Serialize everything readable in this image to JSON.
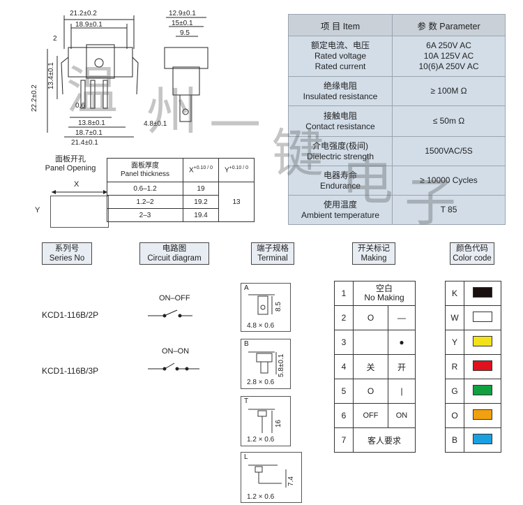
{
  "top_dims": {
    "width_outer": "21.2±0.2",
    "width_inner": "18.9±0.1",
    "gap": "2",
    "height_outer": "22.2±0.2",
    "height_inner": "13.4±0.1",
    "small": "0.6",
    "bottom_1": "13.8±0.1",
    "bottom_2": "18.7±0.1",
    "bottom_3": "21.4±0.1",
    "side_1": "12.9±0.1",
    "side_2": "15±0.1",
    "side_3": "9.5",
    "side_4": "4.8±0.1"
  },
  "params": {
    "head_item": "项 目  Item",
    "head_param": "参 数  Parameter",
    "rows": [
      {
        "item": [
          "额定电流、电压",
          "Rated voltage",
          "Rated current"
        ],
        "value": [
          "6A  250V AC",
          "10A  125V AC",
          "10(6)A  250V AC"
        ]
      },
      {
        "item": [
          "绝缘电阻",
          "Insulated resistance"
        ],
        "value": [
          "≥ 100M Ω"
        ]
      },
      {
        "item": [
          "接触电阻",
          "Contact resistance"
        ],
        "value": [
          "≤ 50m Ω"
        ]
      },
      {
        "item": [
          "介电强度(极间)",
          "Dielectric strength"
        ],
        "value": [
          "1500VAC/5S"
        ]
      },
      {
        "item": [
          "电器寿命",
          "Endurance"
        ],
        "value": [
          "≥ 10000 Cycles"
        ]
      },
      {
        "item": [
          "使用温度",
          "Ambient temperature"
        ],
        "value": [
          "T 85"
        ]
      }
    ]
  },
  "panel": {
    "title_cn": "面板开孔",
    "title_en": "Panel Opening",
    "x": "X",
    "y": "Y",
    "col1_cn": "面板厚度",
    "col1_en": "Panel thickness",
    "col2": "X",
    "col2_tol": "+0.10 / 0",
    "col3": "Y",
    "col3_tol": "+0.10 / 0",
    "rows": [
      {
        "thickness": "0.6–1.2",
        "x": "19"
      },
      {
        "thickness": "1.2–2",
        "x": "19.2"
      },
      {
        "thickness": "2–3",
        "x": "19.4"
      }
    ],
    "y_value": "13"
  },
  "headers": {
    "series_cn": "系列号",
    "series_en": "Series No",
    "circuit_cn": "电路图",
    "circuit_en": "Circuit diagram",
    "terminal_cn": "端子规格",
    "terminal_en": "Terminal",
    "making_cn": "开关标记",
    "making_en": "Making",
    "color_cn": "颜色代码",
    "color_en": "Color code"
  },
  "series": [
    {
      "name": "KCD1-116B/2P",
      "circuit": "ON–OFF"
    },
    {
      "name": "KCD1-116B/3P",
      "circuit": "ON–ON"
    }
  ],
  "terminals": [
    {
      "letter": "A",
      "size": "4.8 × 0.6",
      "dim": "8.5"
    },
    {
      "letter": "B",
      "size": "2.8 × 0.6",
      "dim": "5.8±0.1"
    },
    {
      "letter": "T",
      "size": "1.2 × 0.6",
      "dim": "16"
    },
    {
      "letter": "L",
      "size": "1.2 × 0.6",
      "dim": "7.4"
    }
  ],
  "making": [
    {
      "n": "1",
      "a": "空白",
      "b": "No Making"
    },
    {
      "n": "2",
      "a": "O",
      "b": "—"
    },
    {
      "n": "3",
      "a": "",
      "b": "●"
    },
    {
      "n": "4",
      "a": "关",
      "b": "开"
    },
    {
      "n": "5",
      "a": "O",
      "b": "|"
    },
    {
      "n": "6",
      "a": "OFF",
      "b": "ON"
    },
    {
      "n": "7",
      "a": "客人要求",
      "b": ""
    }
  ],
  "colors": [
    {
      "code": "K",
      "color": "#1a1010"
    },
    {
      "code": "W",
      "color": "#ffffff"
    },
    {
      "code": "Y",
      "color": "#f2e21a"
    },
    {
      "code": "R",
      "color": "#e0101c"
    },
    {
      "code": "G",
      "color": "#10a040"
    },
    {
      "code": "O",
      "color": "#f0a010"
    },
    {
      "code": "B",
      "color": "#1aa0e0"
    }
  ],
  "watermark": [
    "温",
    "州",
    "一",
    "键",
    "电",
    "子"
  ]
}
